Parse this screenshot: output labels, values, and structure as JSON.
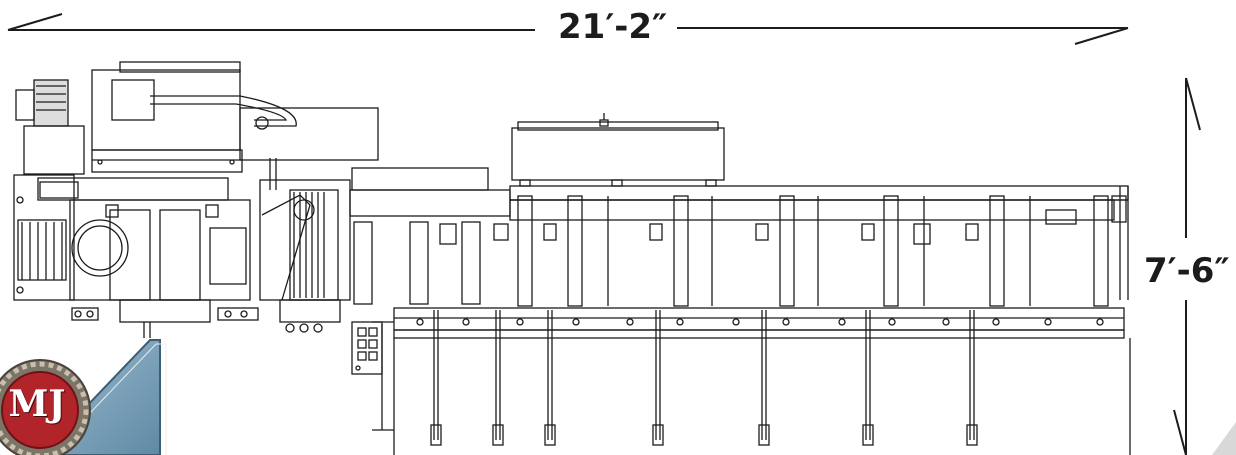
{
  "dimensions": {
    "overall_width": "21′-2″",
    "overall_height": "7′-6″"
  },
  "logo": {
    "text": "MJ"
  },
  "colors": {
    "ink": "#1c1c1c",
    "logo_red": "#b0242a",
    "logo_gear": "#7d7468",
    "logo_banner": "#7fa6bd"
  }
}
